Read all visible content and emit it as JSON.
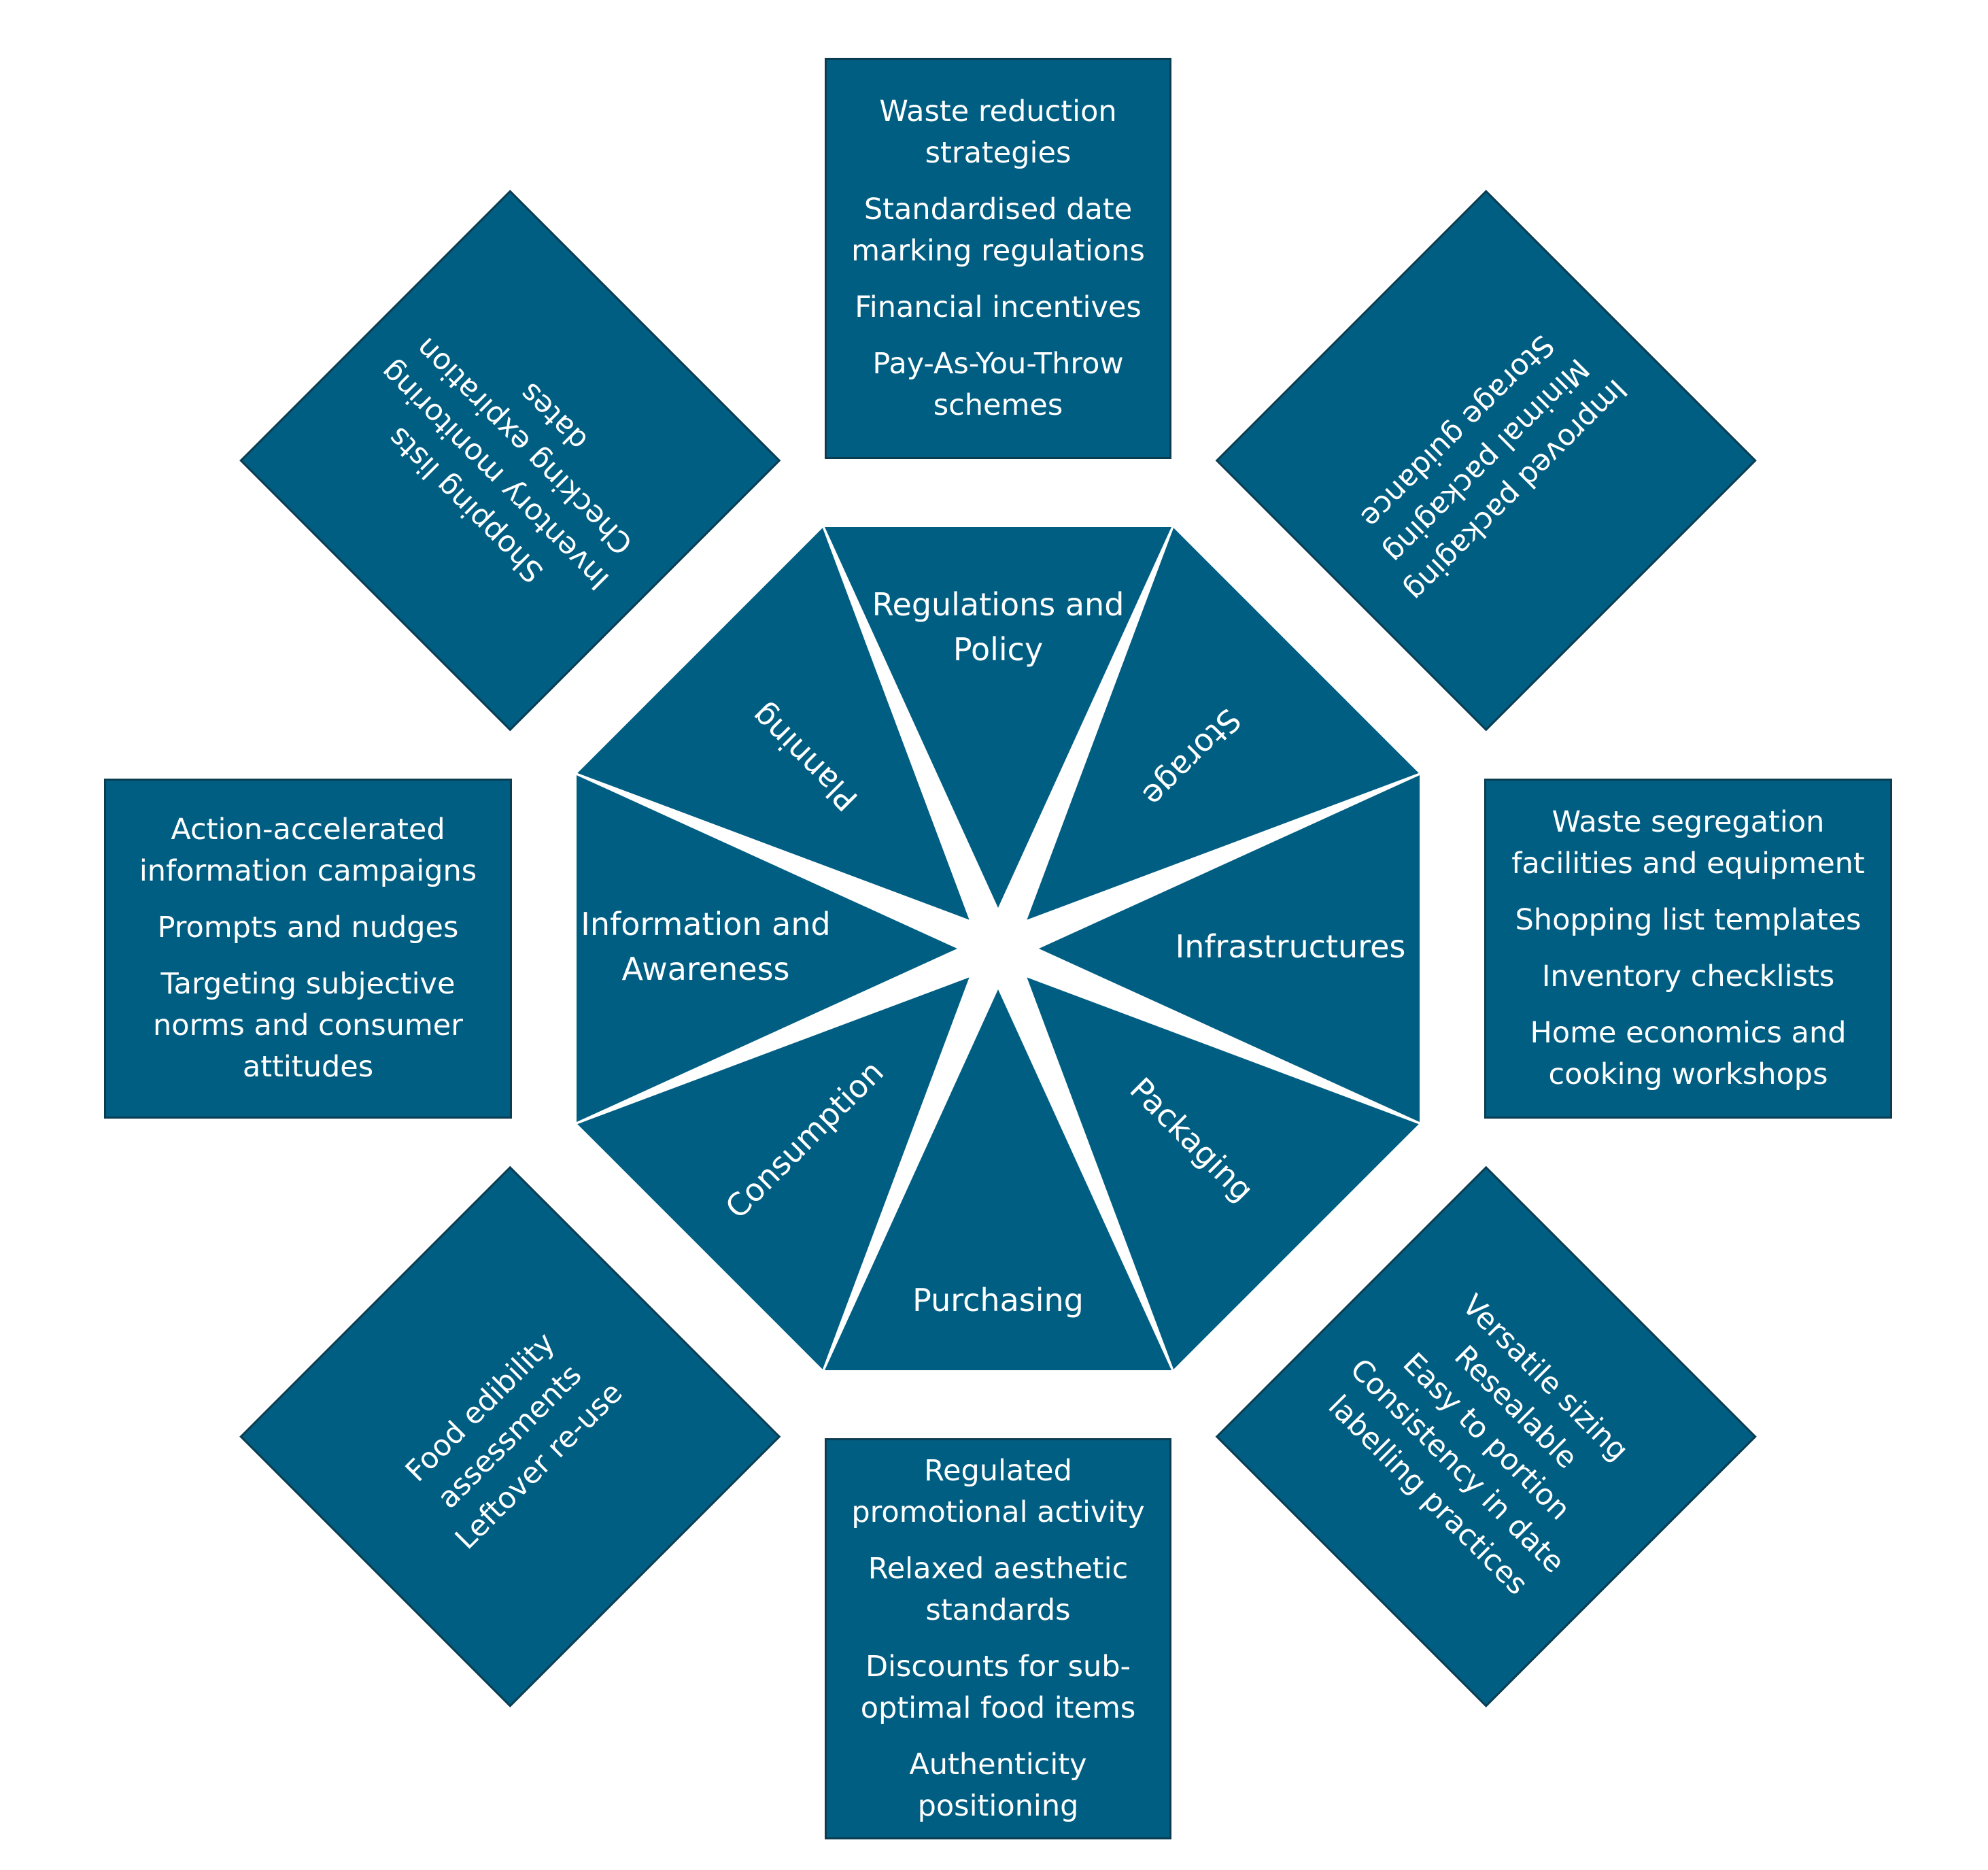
{
  "colors": {
    "fill": "#005e82",
    "border": "#0b3d52",
    "text": "#ffffff"
  },
  "categories": [
    {
      "label_lines": [
        "Regulations and",
        "Policy"
      ],
      "items": [
        [
          "Waste reduction",
          "strategies"
        ],
        [
          "Standardised date",
          "marking regulations"
        ],
        [
          "Financial incentives"
        ],
        [
          "Pay-As-You-Throw",
          "schemes"
        ]
      ]
    },
    {
      "label_lines": [
        "Storage"
      ],
      "items": [
        [
          "Improved packaging"
        ],
        [
          "Minimal packaging"
        ],
        [
          "Storage guidance"
        ]
      ]
    },
    {
      "label_lines": [
        "Infrastructures"
      ],
      "items": [
        [
          "Waste segregation",
          "facilities and equipment"
        ],
        [
          "Shopping list templates"
        ],
        [
          "Inventory checklists"
        ],
        [
          "Home economics and",
          "cooking workshops"
        ]
      ]
    },
    {
      "label_lines": [
        "Packaging"
      ],
      "items": [
        [
          "Versatile sizing"
        ],
        [
          "Resealable"
        ],
        [
          "Easy to portion"
        ],
        [
          "Consistency in date",
          "labelling practices"
        ]
      ]
    },
    {
      "label_lines": [
        "Purchasing"
      ],
      "items": [
        [
          "Regulated",
          "promotional activity"
        ],
        [
          "Relaxed aesthetic",
          "standards"
        ],
        [
          "Discounts for sub-",
          "optimal food items"
        ],
        [
          "Authenticity",
          "positioning"
        ]
      ]
    },
    {
      "label_lines": [
        "Consumption"
      ],
      "items": [
        [
          "Food edibility",
          "assessments"
        ],
        [
          "Leftover re-use"
        ]
      ]
    },
    {
      "label_lines": [
        "Information and",
        "Awareness"
      ],
      "items": [
        [
          "Action-accelerated",
          "information campaigns"
        ],
        [
          "Prompts and nudges"
        ],
        [
          "Targeting subjective",
          "norms and consumer",
          "attitudes"
        ]
      ]
    },
    {
      "label_lines": [
        "Planning"
      ],
      "items": [
        [
          "Shopping lists"
        ],
        [
          "Inventory monitoring"
        ],
        [
          "Checking expiration",
          "dates"
        ]
      ]
    }
  ]
}
